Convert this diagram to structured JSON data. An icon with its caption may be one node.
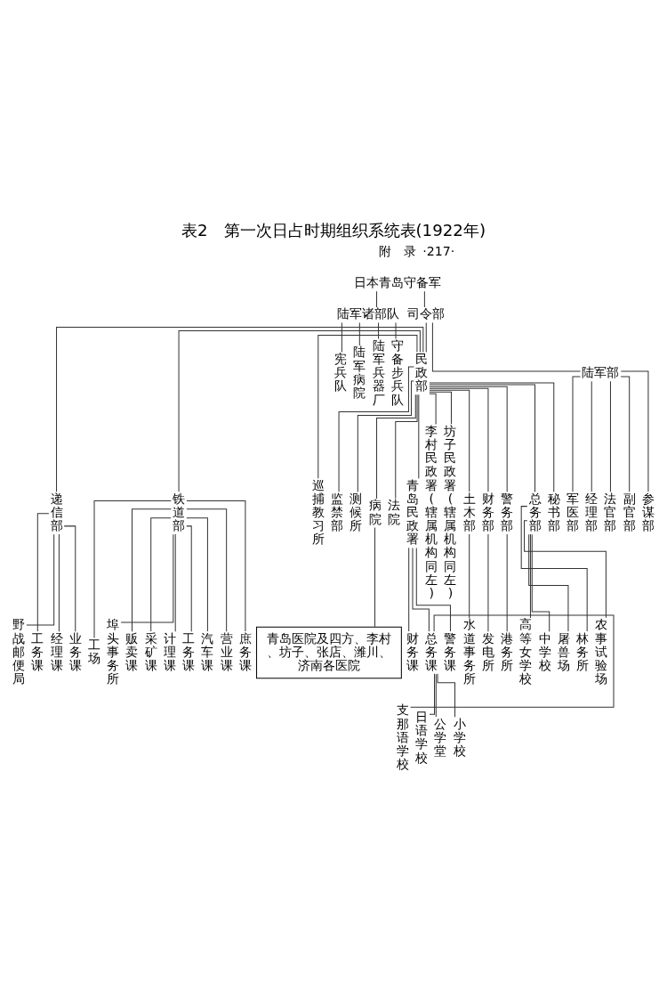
{
  "diagram": {
    "title": "表2　第一次日占时期组织系统表(1922年)",
    "nodes": [
      {
        "text": [
          "日本青岛守备军"
        ]
      },
      {
        "text": [
          "陆军诸部队"
        ]
      },
      {
        "text": [
          "司令部"
        ]
      },
      {
        "text": [
          "宪兵队"
        ]
      },
      {
        "text": [
          "陆军病院"
        ]
      },
      {
        "text": [
          "陆军兵器厂"
        ]
      },
      {
        "text": [
          "守备步兵队"
        ]
      },
      {
        "text": [
          "民政部"
        ]
      },
      {
        "text": [
          "陆军部"
        ]
      },
      {
        "text": [
          "军医部"
        ]
      },
      {
        "text": [
          "经理部"
        ]
      },
      {
        "text": [
          "法官部"
        ]
      },
      {
        "text": [
          "副官部"
        ]
      },
      {
        "text": [
          "参谋部"
        ]
      },
      {
        "text": [
          "递信部"
        ]
      },
      {
        "text": [
          "铁道部"
        ]
      },
      {
        "text": [
          "巡捕教习所"
        ]
      },
      {
        "text": [
          "监禁部"
        ]
      },
      {
        "text": [
          "测候所"
        ]
      },
      {
        "text": [
          "病院"
        ]
      },
      {
        "text": [
          "法院"
        ]
      },
      {
        "text": [
          "青岛民政署"
        ]
      },
      {
        "text": [
          "李村民政署(辖属机构同左)"
        ]
      },
      {
        "text": [
          "坊子民政署(辖属机构同左)"
        ]
      },
      {
        "text": [
          "土木部"
        ]
      },
      {
        "text": [
          "财务部"
        ]
      },
      {
        "text": [
          "警务部"
        ]
      },
      {
        "text": [
          "总务部"
        ]
      },
      {
        "text": [
          "秘书部"
        ]
      },
      {
        "text": [
          "野战邮便局"
        ]
      },
      {
        "text": [
          "工务课"
        ]
      },
      {
        "text": [
          "经理课"
        ]
      },
      {
        "text": [
          "业务课"
        ]
      },
      {
        "text": [
          "青岛医院及四方、李村、坊子、张店、潍川、济南各医院"
        ]
      },
      {
        "text": [
          "水道事务所"
        ]
      },
      {
        "text": [
          "发电所"
        ]
      },
      {
        "text": [
          "港务所"
        ]
      },
      {
        "text": [
          "高等女学校"
        ]
      },
      {
        "text": [
          "中学校"
        ]
      },
      {
        "text": [
          "屠兽场"
        ]
      },
      {
        "text": [
          "林务所"
        ]
      },
      {
        "text": [
          "农事试验场"
        ]
      },
      {
        "text": [
          "财务课"
        ]
      },
      {
        "text": [
          "总务课"
        ]
      },
      {
        "text": [
          "警务课"
        ]
      },
      {
        "text": [
          "工场"
        ]
      },
      {
        "text": [
          "埠头事务所"
        ]
      },
      {
        "text": [
          "贩卖课"
        ]
      },
      {
        "text": [
          "采矿课"
        ]
      },
      {
        "text": [
          "计理课"
        ]
      },
      {
        "text": [
          "工务课"
        ]
      },
      {
        "text": [
          "汽车课"
        ]
      },
      {
        "text": [
          "营业课"
        ]
      },
      {
        "text": [
          "庶务课"
        ]
      },
      {
        "text": [
          "支那语学校"
        ]
      },
      {
        "text": [
          "日语学校"
        ]
      },
      {
        "text": [
          "公学堂"
        ]
      },
      {
        "text": [
          "小学校"
        ]
      }
    ],
    "edges": [
      {
        "from": 0,
        "to": 1,
        "arrow": "none"
      },
      {
        "from": 0,
        "to": 2,
        "arrow": "none"
      },
      {
        "from": 1,
        "to": 3,
        "arrow": "none"
      },
      {
        "from": 1,
        "to": 4,
        "arrow": "none"
      },
      {
        "from": 1,
        "to": 5,
        "arrow": "none"
      },
      {
        "from": 1,
        "to": 6,
        "arrow": "none"
      },
      {
        "from": 2,
        "to": 7,
        "arrow": "none"
      },
      {
        "from": 2,
        "to": 8,
        "arrow": "none"
      },
      {
        "from": 8,
        "to": 9,
        "arrow": "none"
      },
      {
        "from": 8,
        "to": 10,
        "arrow": "none"
      },
      {
        "from": 8,
        "to": 11,
        "arrow": "none"
      },
      {
        "from": 8,
        "to": 12,
        "arrow": "none"
      },
      {
        "from": 8,
        "to": 13,
        "arrow": "none"
      },
      {
        "from": 7,
        "to": 14,
        "arrow": "none"
      },
      {
        "from": 7,
        "to": 15,
        "arrow": "none"
      },
      {
        "from": 7,
        "to": 16,
        "arrow": "none"
      },
      {
        "from": 7,
        "to": 17,
        "arrow": "none"
      },
      {
        "from": 7,
        "to": 18,
        "arrow": "none"
      },
      {
        "from": 7,
        "to": 19,
        "arrow": "none"
      },
      {
        "from": 7,
        "to": 20,
        "arrow": "none"
      },
      {
        "from": 7,
        "to": 21,
        "arrow": "none"
      },
      {
        "from": 7,
        "to": 22,
        "arrow": "none"
      },
      {
        "from": 7,
        "to": 23,
        "arrow": "none"
      },
      {
        "from": 7,
        "to": 24,
        "arrow": "none"
      },
      {
        "from": 7,
        "to": 25,
        "arrow": "none"
      },
      {
        "from": 7,
        "to": 26,
        "arrow": "none"
      },
      {
        "from": 7,
        "to": 27,
        "arrow": "none"
      },
      {
        "from": 7,
        "to": 28,
        "arrow": "none"
      },
      {
        "from": 14,
        "to": 29,
        "arrow": "none"
      },
      {
        "from": 14,
        "to": 30,
        "arrow": "none"
      },
      {
        "from": 14,
        "to": 31,
        "arrow": "none"
      },
      {
        "from": 14,
        "to": 32,
        "arrow": "none"
      },
      {
        "from": 19,
        "to": 33,
        "arrow": "none"
      },
      {
        "from": 24,
        "to": 34,
        "arrow": "none"
      },
      {
        "from": 25,
        "to": 35,
        "arrow": "none"
      },
      {
        "from": 26,
        "to": 36,
        "arrow": "none"
      },
      {
        "from": 27,
        "to": 37,
        "arrow": "none"
      },
      {
        "from": 27,
        "to": 38,
        "arrow": "none"
      },
      {
        "from": 27,
        "to": 39,
        "arrow": "none"
      },
      {
        "from": 27,
        "to": 40,
        "arrow": "none"
      },
      {
        "from": 27,
        "to": 41,
        "arrow": "none"
      },
      {
        "from": 21,
        "to": 42,
        "arrow": "none"
      },
      {
        "from": 21,
        "to": 43,
        "arrow": "none"
      },
      {
        "from": 21,
        "to": 44,
        "arrow": "none"
      },
      {
        "from": 15,
        "to": 45,
        "arrow": "none"
      },
      {
        "from": 15,
        "to": 46,
        "arrow": "none"
      },
      {
        "from": 15,
        "to": 47,
        "arrow": "none"
      },
      {
        "from": 15,
        "to": 48,
        "arrow": "none"
      },
      {
        "from": 15,
        "to": 49,
        "arrow": "none"
      },
      {
        "from": 15,
        "to": 50,
        "arrow": "none"
      },
      {
        "from": 15,
        "to": 51,
        "arrow": "none"
      },
      {
        "from": 15,
        "to": 52,
        "arrow": "none"
      },
      {
        "from": 15,
        "to": 53,
        "arrow": "none"
      },
      {
        "from": 43,
        "to": 54,
        "arrow": "none"
      },
      {
        "from": 43,
        "to": 55,
        "arrow": "none"
      },
      {
        "from": 43,
        "to": 56,
        "arrow": "none"
      },
      {
        "from": 43,
        "to": 57,
        "arrow": "none"
      }
    ],
    "labels": [
      "附　录",
      "·217·"
    ]
  }
}
